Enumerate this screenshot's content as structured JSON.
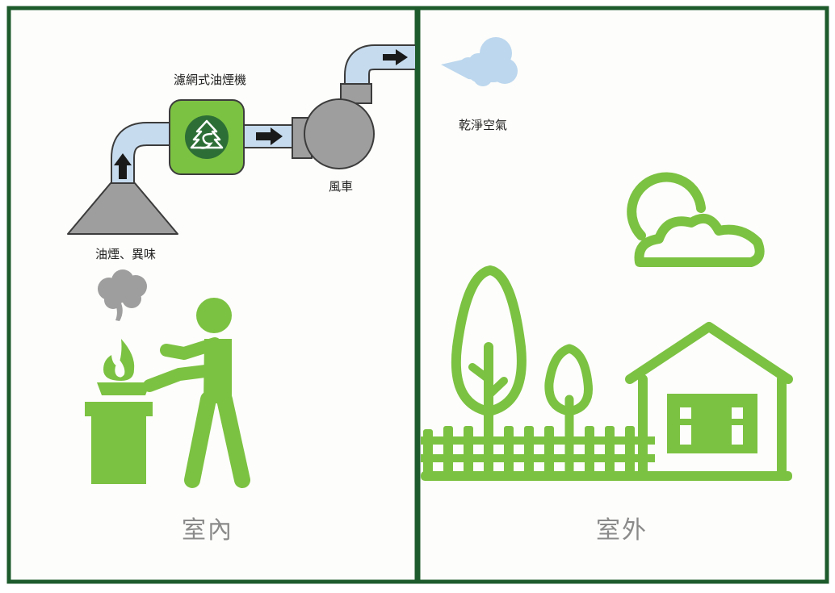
{
  "labels": {
    "filter_unit": "濾網式油煙機",
    "fan": "風車",
    "smoke": "油煙、異味",
    "clean_air": "乾淨空氣",
    "indoor": "室內",
    "outdoor": "室外"
  },
  "colors": {
    "frame": "#1e5b2c",
    "green": "#7cc242",
    "duct": "#c6dbee",
    "duct_edge": "#3c3c3c",
    "gray": "#9e9e9e",
    "cloud": "#bcd7ee",
    "arrow": "#1a1a1a"
  },
  "icons": [
    "filter-tree-logo-icon",
    "flow-arrow-icon",
    "smoke-cloud-icon",
    "fire-icon",
    "person-cooking-icon",
    "sun-icon",
    "cloud-icon",
    "tree-icon",
    "house-icon",
    "fence-icon"
  ]
}
